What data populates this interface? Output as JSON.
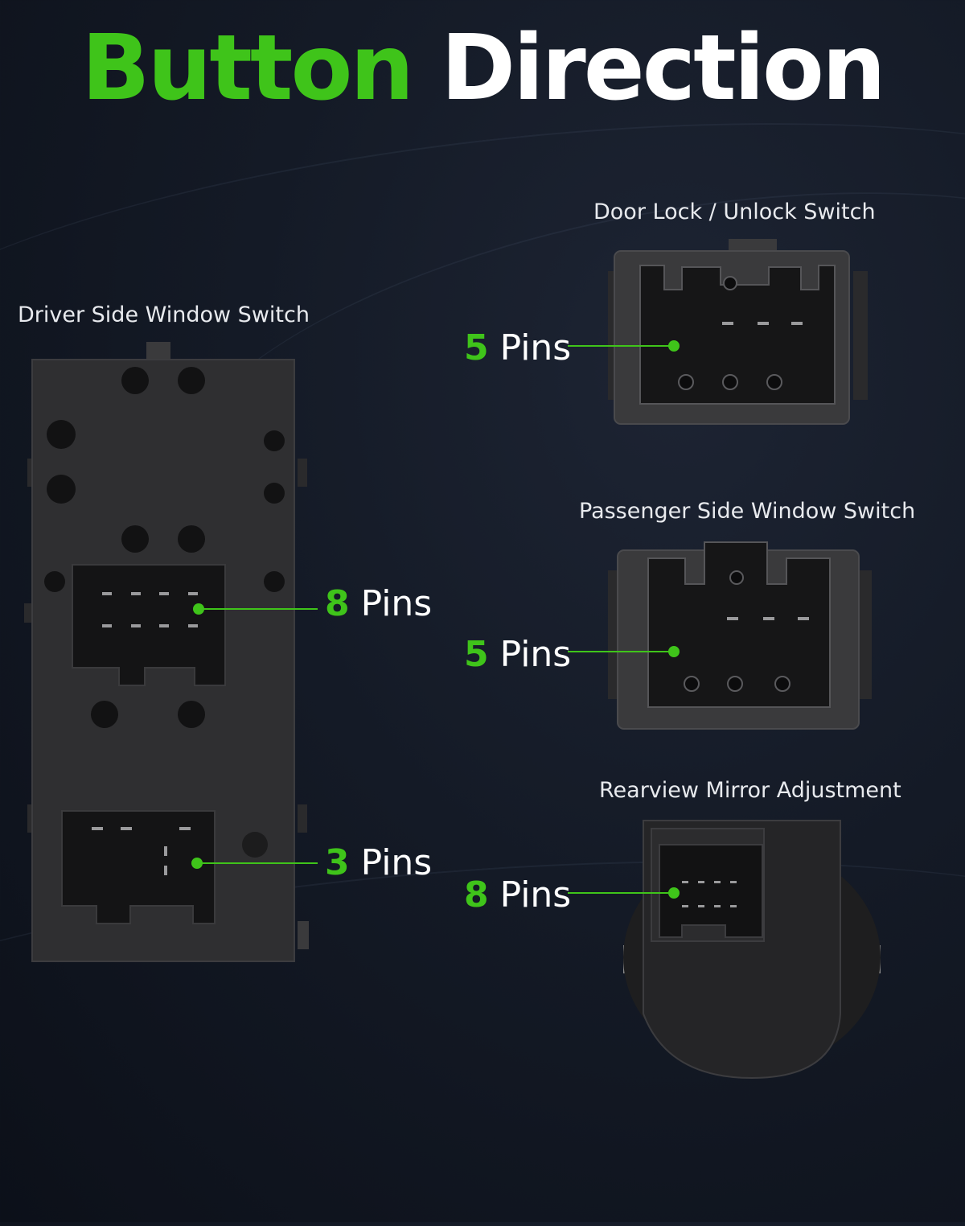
{
  "title": {
    "word1": "Button",
    "word2": "Direction"
  },
  "components": {
    "driver": {
      "caption": "Driver Side Window Switch",
      "ports": [
        {
          "num": "8",
          "unit": "Pins"
        },
        {
          "num": "3",
          "unit": "Pins"
        }
      ]
    },
    "door_lock": {
      "caption": "Door Lock / Unlock Switch",
      "num": "5",
      "unit": "Pins"
    },
    "passenger": {
      "caption": "Passenger Side Window Switch",
      "num": "5",
      "unit": "Pins"
    },
    "mirror": {
      "caption": "Rearview Mirror Adjustment",
      "num": "8",
      "unit": "Pins"
    }
  },
  "colors": {
    "accent": "#3fc41a",
    "background": "#141a26",
    "part": "#2f2f31"
  }
}
